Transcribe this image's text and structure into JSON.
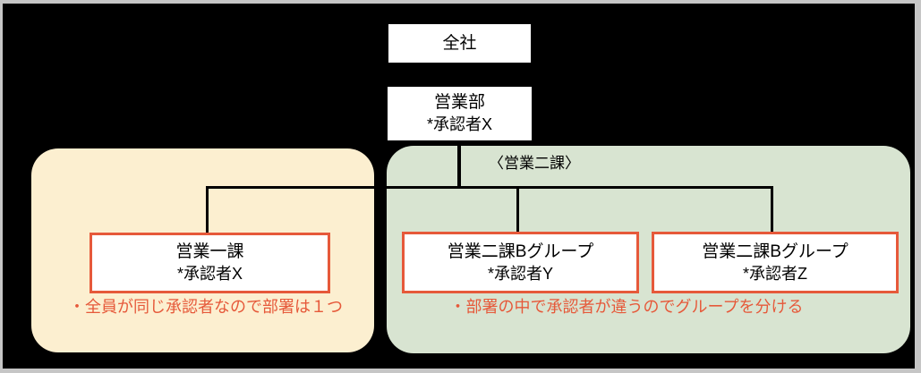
{
  "diagram": {
    "root": {
      "label": "全社"
    },
    "dept": {
      "title": "営業部",
      "approver": "*承認者X"
    },
    "yellow_panel": {
      "box": {
        "title": "営業一課",
        "approver": "*承認者X"
      },
      "caption": "・全員が同じ承認者なので部署は１つ"
    },
    "green_panel": {
      "heading": "〈営業二課〉",
      "boxes": [
        {
          "title": "営業二課Bグループ",
          "approver": "*承認者Y"
        },
        {
          "title": "営業二課Bグループ",
          "approver": "*承認者Z"
        }
      ],
      "caption": "・部署の中で承認者が違うのでグループを分ける"
    },
    "colors": {
      "canvas_background": "#000000",
      "frame_border": "#C6C6C6",
      "panel_yellow": "#FCEFD0",
      "panel_green": "#D8E4D1",
      "box_background": "#FFFFFF",
      "box_border_orange": "#E6593A",
      "caption_text": "#E6593A",
      "connector_line": "#000000",
      "node_text": "#000000"
    }
  }
}
